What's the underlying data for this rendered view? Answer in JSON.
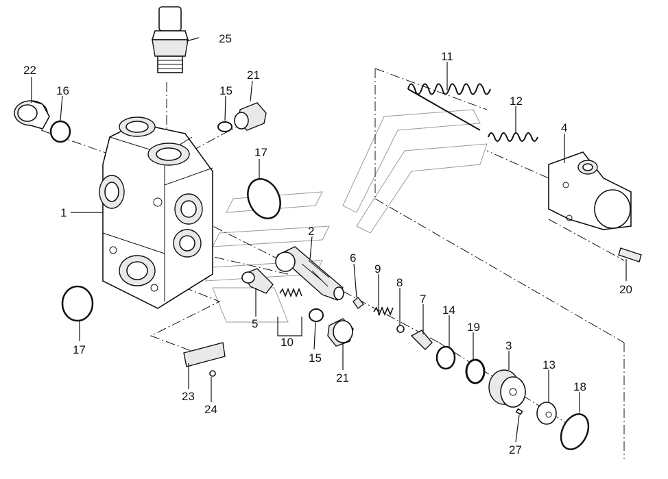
{
  "labels": {
    "l1": "1",
    "l2": "2",
    "l3": "3",
    "l4": "4",
    "l5": "5",
    "l6": "6",
    "l7": "7",
    "l8": "8",
    "l9": "9",
    "l10": "10",
    "l11": "11",
    "l12": "12",
    "l13": "13",
    "l14": "14",
    "l15a": "15",
    "l15b": "15",
    "l16": "16",
    "l17a": "17",
    "l17b": "17",
    "l18": "18",
    "l19": "19",
    "l20": "20",
    "l21a": "21",
    "l21b": "21",
    "l22": "22",
    "l23": "23",
    "l24": "24",
    "l25": "25",
    "l27": "27"
  }
}
